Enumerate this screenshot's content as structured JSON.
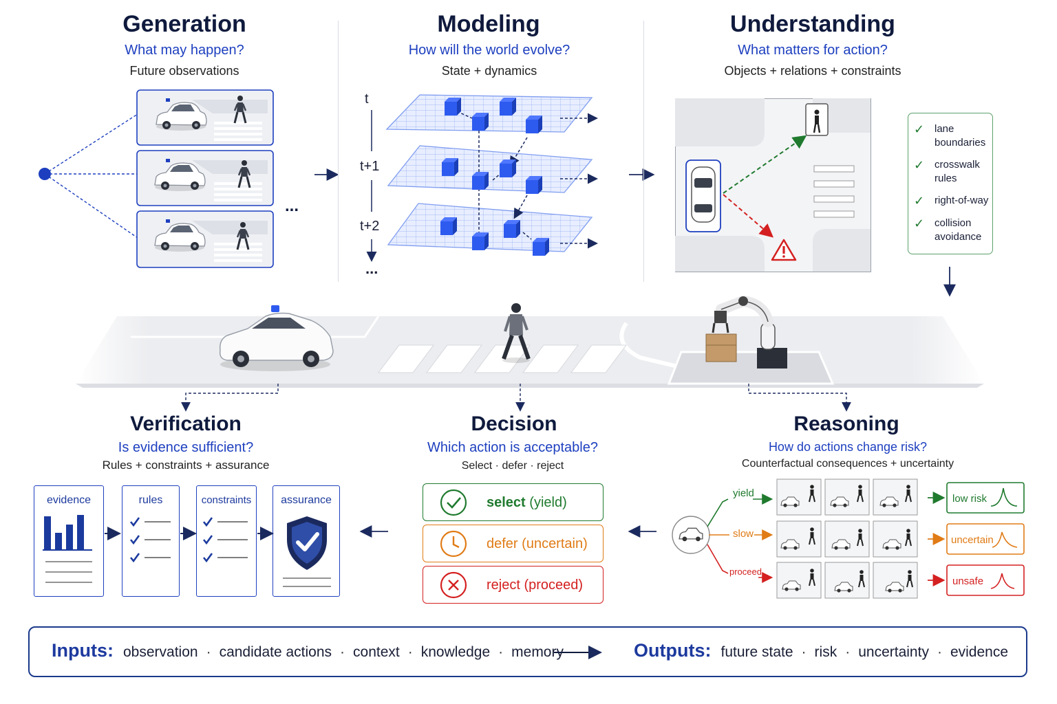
{
  "generation": {
    "title": "Generation",
    "question": "What may happen?",
    "subtitle": "Future observations",
    "ellipsis": "..."
  },
  "modeling": {
    "title": "Modeling",
    "question": "How will the world evolve?",
    "subtitle": "State + dynamics",
    "time_labels": [
      "t",
      "t+1",
      "t+2"
    ],
    "ellipsis": "..."
  },
  "understanding": {
    "title": "Understanding",
    "question": "What matters for action?",
    "subtitle": "Objects + relations + constraints",
    "checklist": [
      [
        "lane",
        "boundaries"
      ],
      [
        "crosswalk",
        "rules"
      ],
      [
        "right-of-way"
      ],
      [
        "collision",
        "avoidance"
      ]
    ]
  },
  "verification": {
    "title": "Verification",
    "question": "Is evidence sufficient?",
    "subtitle": "Rules + constraints + assurance",
    "cards": [
      "evidence",
      "rules",
      "constraints",
      "assurance"
    ]
  },
  "decision": {
    "title": "Decision",
    "question": "Which action is acceptable?",
    "subtitle": "Select · defer · reject",
    "options": [
      {
        "bold": "select",
        "rest": "(yield)"
      },
      {
        "bold": "defer",
        "rest": "(uncertain)"
      },
      {
        "bold": "reject",
        "rest": "(proceed)"
      }
    ]
  },
  "reasoning": {
    "title": "Reasoning",
    "question": "How do actions change risk?",
    "subtitle": "Counterfactual consequences + uncertainty",
    "branches": [
      {
        "action": "yield",
        "outcome": "low risk"
      },
      {
        "action": "slow",
        "outcome": "uncertain"
      },
      {
        "action": "proceed",
        "outcome": "unsafe"
      }
    ]
  },
  "footer": {
    "inputs_label": "Inputs:",
    "inputs": [
      "observation",
      "candidate actions",
      "context",
      "knowledge",
      "memory"
    ],
    "outputs_label": "Outputs:",
    "outputs": [
      "future state",
      "risk",
      "uncertainty",
      "evidence"
    ],
    "separator": "·"
  },
  "colors": {
    "navy": "#0f1a3d",
    "blue": "#1d3fbf",
    "green": "#1f7a2e",
    "orange": "#e07b16",
    "red": "#d42020"
  }
}
